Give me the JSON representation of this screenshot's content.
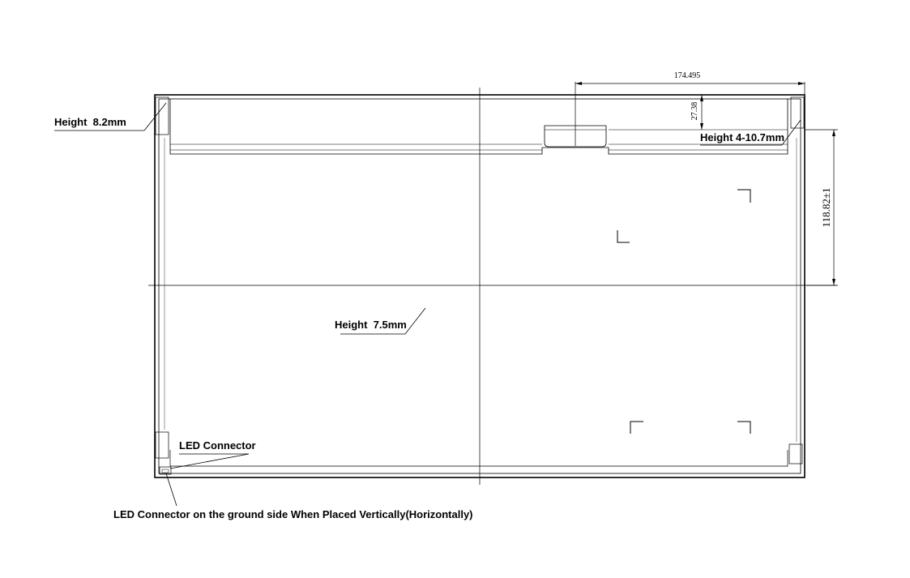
{
  "labels": {
    "height_left": "Height  8.2mm",
    "height_right": "Height 4-10.7mm",
    "height_center": "Height  7.5mm",
    "led_connector": "LED Connector",
    "led_ground_note": "LED Connector on the ground side When Placed Vertically(Horizontally)"
  },
  "dimensions": {
    "width": "174.495",
    "top_offset": "27.38",
    "height": "118.82±1"
  }
}
